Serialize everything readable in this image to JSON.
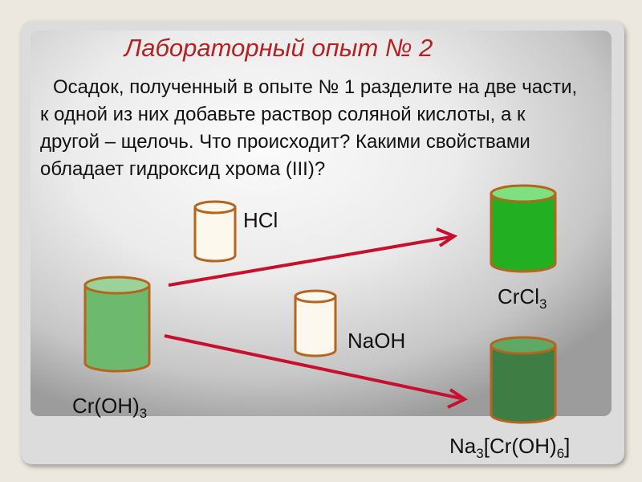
{
  "slide": {
    "title": "Лабораторный опыт № 2",
    "task": "Осадок, полученный в опыте № 1 разделите на две части, к одной из них добавьте раствор соляной кислоты, а к другой – щелочь. Что происходит? Какими свойствами обладает гидроксид хрома (III)?"
  },
  "reaction": {
    "start": {
      "base": "Cr(OH)",
      "sub": "3",
      "color": "#6db96d"
    },
    "reagent_acid": "HCl",
    "reagent_alkali": "NaOH",
    "product_acid": {
      "base": "CrCl",
      "sub": "3",
      "color": "#22b022"
    },
    "product_alkali": {
      "pre": "Na",
      "sub1": "3",
      "mid": "[Cr(OH)",
      "sub2": "6",
      "post": "]",
      "color": "#3e7e44"
    }
  },
  "colors": {
    "title": "#b22222",
    "arrow": "#c8102e",
    "beaker_outline": "#b5651d",
    "empty_beaker_fill": "#fdf8ee"
  }
}
